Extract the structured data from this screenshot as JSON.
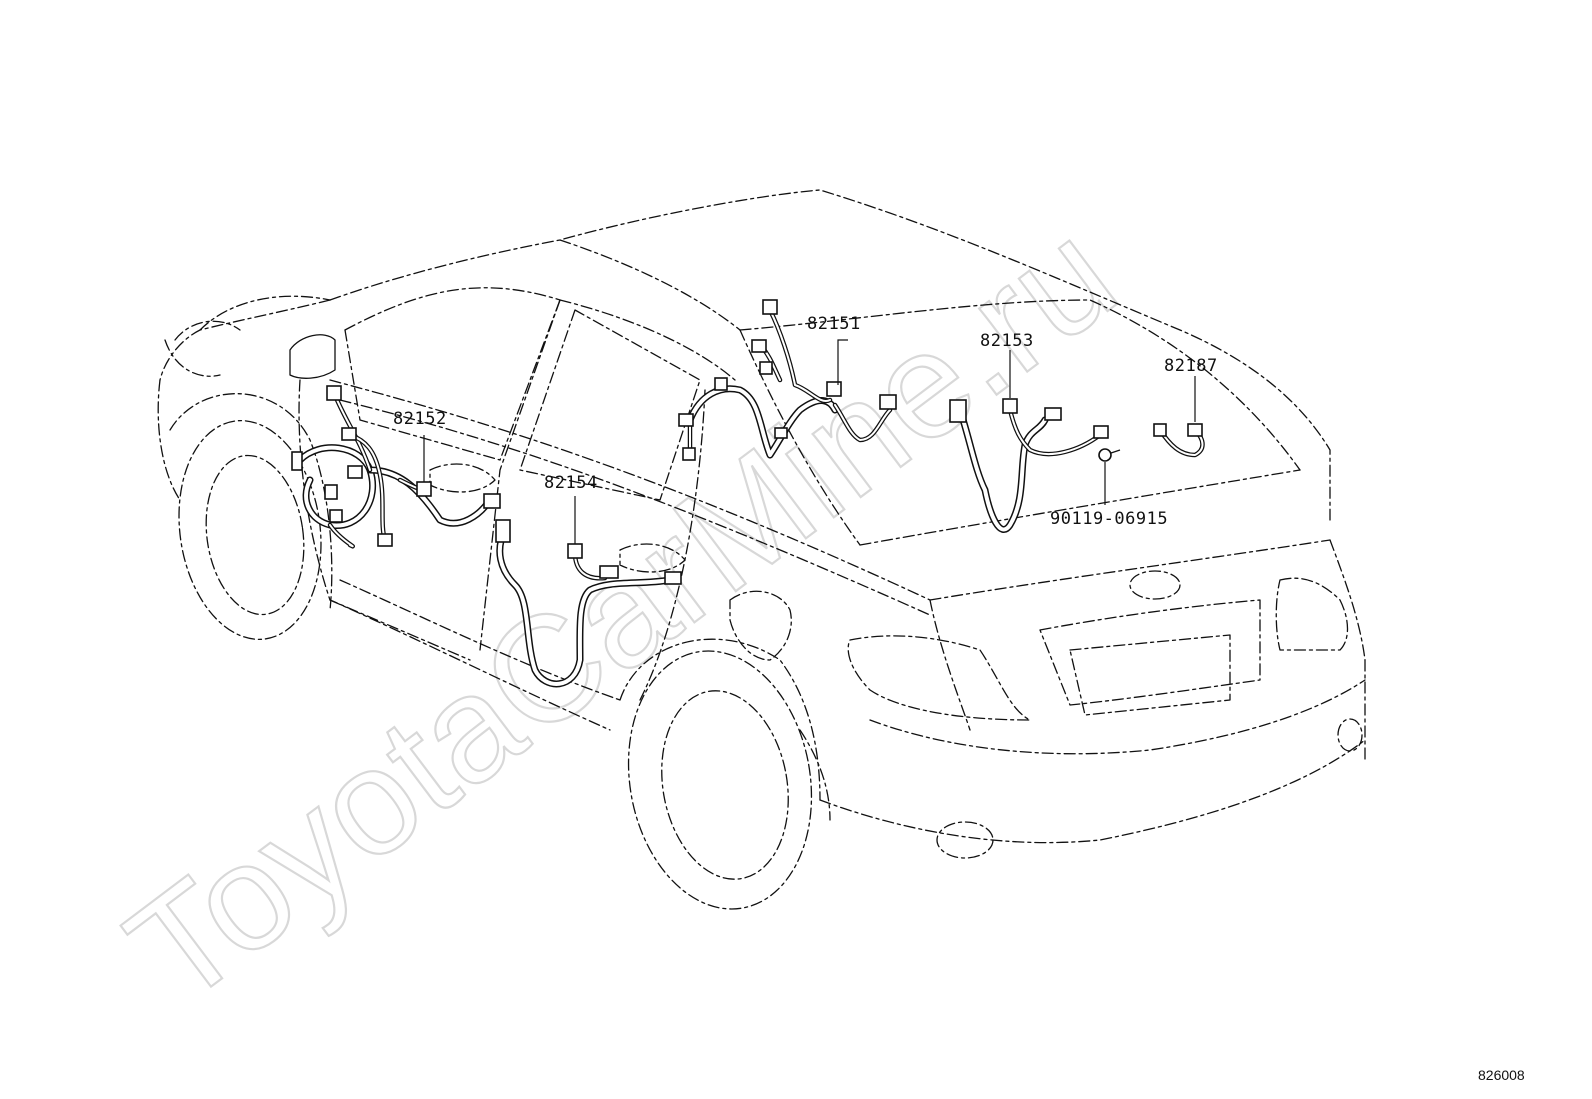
{
  "watermark": "ToyotaCarMine.ru",
  "figure_code": "826008",
  "parts": {
    "p82151": "82151",
    "p82152": "82152",
    "p82153": "82153",
    "p82154": "82154",
    "p82187": "82187",
    "p90119": "90119-06915"
  }
}
